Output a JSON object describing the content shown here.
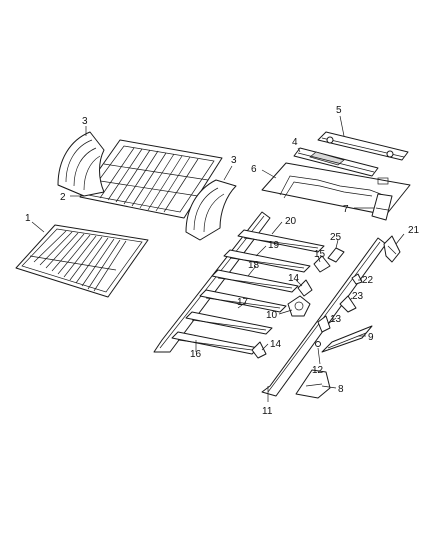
{
  "callouts": {
    "c1": "1",
    "c2": "2",
    "c3a": "3",
    "c3b": "3",
    "c4": "4",
    "c5": "5",
    "c6": "6",
    "c7": "7",
    "c8": "8",
    "c9": "9",
    "c10": "10",
    "c11": "11",
    "c12": "12",
    "c13": "13",
    "c14a": "14",
    "c14b": "14",
    "c15": "15",
    "c16": "16",
    "c17": "17",
    "c18": "18",
    "c19": "19",
    "c20": "20",
    "c21": "21",
    "c22": "22",
    "c23": "23",
    "c25": "25"
  },
  "colors": {
    "line": "#1a1a1a",
    "background": "#ffffff",
    "shade": "#d9d9d9"
  }
}
